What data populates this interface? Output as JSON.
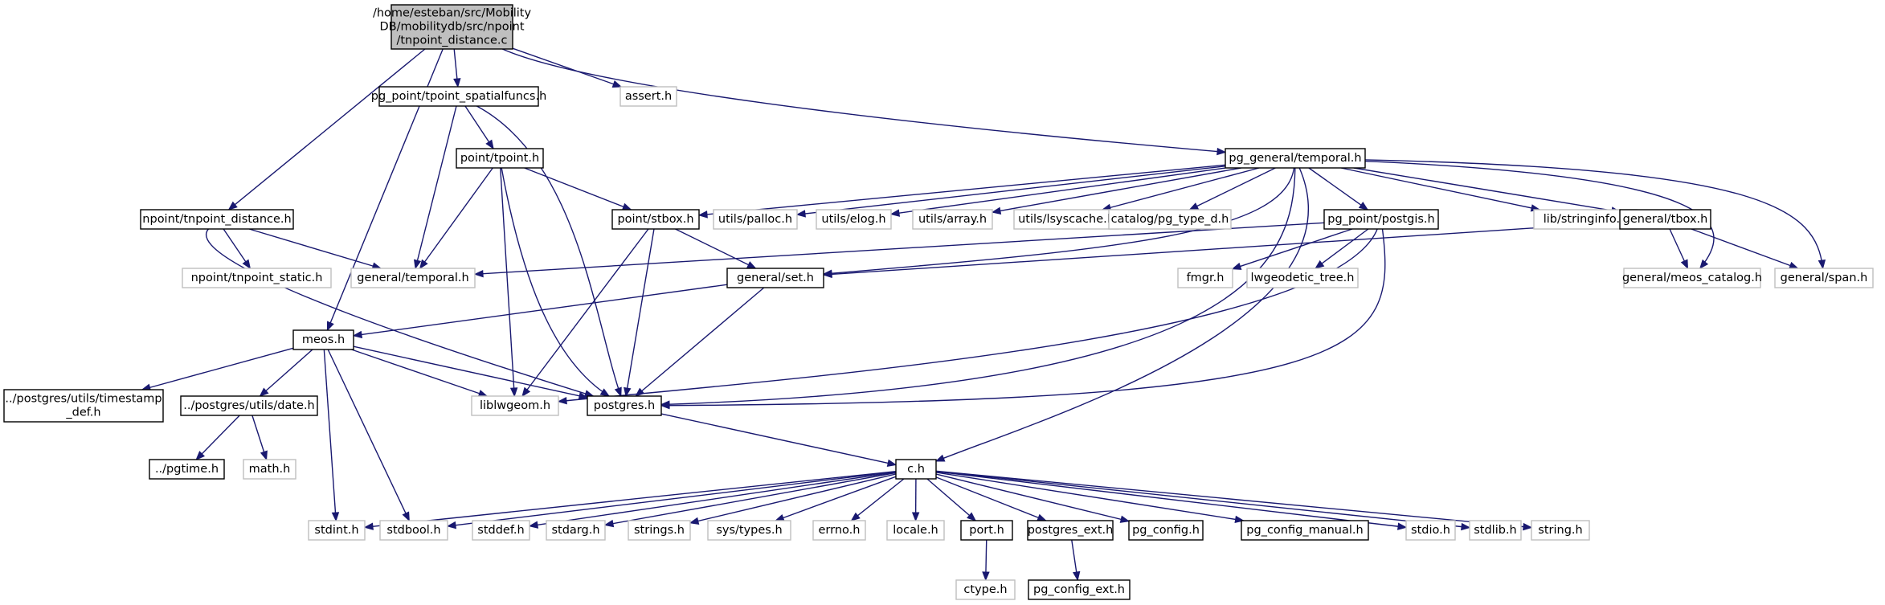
{
  "graph": {
    "colors": {
      "edge": "#191970",
      "linked_border": "#000000",
      "external_border": "#bfbfbf",
      "root_fill": "#bfbfbf"
    },
    "nodes": [
      {
        "id": "root",
        "kind": "root",
        "lines": [
          "/home/esteban/src/Mobility",
          "DB/mobilitydb/src/npoint",
          "/tnpoint_distance.c"
        ]
      },
      {
        "id": "tpoint_spatialfuncs",
        "kind": "linked",
        "lines": [
          "pg_point/tpoint_spatialfuncs.h"
        ]
      },
      {
        "id": "assert",
        "kind": "external",
        "lines": [
          "assert.h"
        ]
      },
      {
        "id": "pg_temporal",
        "kind": "linked",
        "lines": [
          "pg_general/temporal.h"
        ]
      },
      {
        "id": "tnpoint_distance_h",
        "kind": "linked",
        "lines": [
          "npoint/tnpoint_distance.h"
        ]
      },
      {
        "id": "tnpoint_static",
        "kind": "external",
        "lines": [
          "npoint/tnpoint_static.h"
        ]
      },
      {
        "id": "point_tpoint",
        "kind": "linked",
        "lines": [
          "point/tpoint.h"
        ]
      },
      {
        "id": "general_temporal",
        "kind": "external",
        "lines": [
          "general/temporal.h"
        ]
      },
      {
        "id": "stbox",
        "kind": "linked",
        "lines": [
          "point/stbox.h"
        ]
      },
      {
        "id": "palloc",
        "kind": "external",
        "lines": [
          "utils/palloc.h"
        ]
      },
      {
        "id": "elog",
        "kind": "external",
        "lines": [
          "utils/elog.h"
        ]
      },
      {
        "id": "array",
        "kind": "external",
        "lines": [
          "utils/array.h"
        ]
      },
      {
        "id": "lsyscache",
        "kind": "external",
        "lines": [
          "utils/lsyscache.h"
        ]
      },
      {
        "id": "pg_type_d",
        "kind": "external",
        "lines": [
          "catalog/pg_type_d.h"
        ]
      },
      {
        "id": "pg_postgis",
        "kind": "linked",
        "lines": [
          "pg_point/postgis.h"
        ]
      },
      {
        "id": "stringinfo",
        "kind": "external",
        "lines": [
          "lib/stringinfo.h"
        ]
      },
      {
        "id": "tbox",
        "kind": "linked",
        "lines": [
          "general/tbox.h"
        ]
      },
      {
        "id": "meos_catalog",
        "kind": "external",
        "lines": [
          "general/meos_catalog.h"
        ]
      },
      {
        "id": "span",
        "kind": "external",
        "lines": [
          "general/span.h"
        ]
      },
      {
        "id": "set",
        "kind": "linked",
        "lines": [
          "general/set.h"
        ]
      },
      {
        "id": "fmgr",
        "kind": "external",
        "lines": [
          "fmgr.h"
        ]
      },
      {
        "id": "lwgeodetic_tree",
        "kind": "external",
        "lines": [
          "lwgeodetic_tree.h"
        ]
      },
      {
        "id": "meos",
        "kind": "linked",
        "lines": [
          "meos.h"
        ]
      },
      {
        "id": "timestamp_def",
        "kind": "linked",
        "lines": [
          "../postgres/utils/timestamp",
          "_def.h"
        ]
      },
      {
        "id": "date",
        "kind": "linked",
        "lines": [
          "../postgres/utils/date.h"
        ]
      },
      {
        "id": "liblwgeom",
        "kind": "external",
        "lines": [
          "liblwgeom.h"
        ]
      },
      {
        "id": "postgres",
        "kind": "linked",
        "lines": [
          "postgres.h"
        ]
      },
      {
        "id": "pgtime",
        "kind": "linked",
        "lines": [
          "../pgtime.h"
        ]
      },
      {
        "id": "math",
        "kind": "external",
        "lines": [
          "math.h"
        ]
      },
      {
        "id": "c",
        "kind": "linked",
        "lines": [
          "c.h"
        ]
      },
      {
        "id": "stdint",
        "kind": "external",
        "lines": [
          "stdint.h"
        ]
      },
      {
        "id": "stdbool",
        "kind": "external",
        "lines": [
          "stdbool.h"
        ]
      },
      {
        "id": "stddef",
        "kind": "external",
        "lines": [
          "stddef.h"
        ]
      },
      {
        "id": "stdarg",
        "kind": "external",
        "lines": [
          "stdarg.h"
        ]
      },
      {
        "id": "strings",
        "kind": "external",
        "lines": [
          "strings.h"
        ]
      },
      {
        "id": "sys_types",
        "kind": "external",
        "lines": [
          "sys/types.h"
        ]
      },
      {
        "id": "errno",
        "kind": "external",
        "lines": [
          "errno.h"
        ]
      },
      {
        "id": "locale",
        "kind": "external",
        "lines": [
          "locale.h"
        ]
      },
      {
        "id": "port",
        "kind": "linked",
        "lines": [
          "port.h"
        ]
      },
      {
        "id": "postgres_ext",
        "kind": "linked",
        "lines": [
          "postgres_ext.h"
        ]
      },
      {
        "id": "pg_config",
        "kind": "linked",
        "lines": [
          "pg_config.h"
        ]
      },
      {
        "id": "pg_config_manual",
        "kind": "linked",
        "lines": [
          "pg_config_manual.h"
        ]
      },
      {
        "id": "stdio",
        "kind": "external",
        "lines": [
          "stdio.h"
        ]
      },
      {
        "id": "stdlib",
        "kind": "external",
        "lines": [
          "stdlib.h"
        ]
      },
      {
        "id": "string",
        "kind": "external",
        "lines": [
          "string.h"
        ]
      },
      {
        "id": "ctype",
        "kind": "external",
        "lines": [
          "ctype.h"
        ]
      },
      {
        "id": "pg_config_ext",
        "kind": "linked",
        "lines": [
          "pg_config_ext.h"
        ]
      }
    ],
    "edges": [
      [
        "root",
        "tpoint_spatialfuncs"
      ],
      [
        "root",
        "assert"
      ],
      [
        "root",
        "pg_temporal"
      ],
      [
        "root",
        "tnpoint_distance_h"
      ],
      [
        "root",
        "meos"
      ],
      [
        "tpoint_spatialfuncs",
        "point_tpoint"
      ],
      [
        "tpoint_spatialfuncs",
        "general_temporal"
      ],
      [
        "tpoint_spatialfuncs",
        "postgres"
      ],
      [
        "point_tpoint",
        "general_temporal"
      ],
      [
        "point_tpoint",
        "stbox"
      ],
      [
        "point_tpoint",
        "liblwgeom"
      ],
      [
        "point_tpoint",
        "postgres"
      ],
      [
        "tnpoint_distance_h",
        "tnpoint_static"
      ],
      [
        "tnpoint_distance_h",
        "general_temporal"
      ],
      [
        "tnpoint_distance_h",
        "postgres"
      ],
      [
        "pg_temporal",
        "stbox"
      ],
      [
        "pg_temporal",
        "palloc"
      ],
      [
        "pg_temporal",
        "elog"
      ],
      [
        "pg_temporal",
        "array"
      ],
      [
        "pg_temporal",
        "lsyscache"
      ],
      [
        "pg_temporal",
        "pg_type_d"
      ],
      [
        "pg_temporal",
        "pg_postgis"
      ],
      [
        "pg_temporal",
        "stringinfo"
      ],
      [
        "pg_temporal",
        "tbox"
      ],
      [
        "pg_temporal",
        "meos_catalog"
      ],
      [
        "pg_temporal",
        "span"
      ],
      [
        "pg_temporal",
        "set"
      ],
      [
        "pg_temporal",
        "postgres"
      ],
      [
        "pg_temporal",
        "c"
      ],
      [
        "stbox",
        "set"
      ],
      [
        "stbox",
        "liblwgeom"
      ],
      [
        "stbox",
        "postgres"
      ],
      [
        "pg_postgis",
        "general_temporal"
      ],
      [
        "pg_postgis",
        "fmgr"
      ],
      [
        "pg_postgis",
        "lwgeodetic_tree"
      ],
      [
        "pg_postgis",
        "liblwgeom"
      ],
      [
        "pg_postgis",
        "postgres"
      ],
      [
        "tbox",
        "set"
      ],
      [
        "tbox",
        "meos_catalog"
      ],
      [
        "tbox",
        "span"
      ],
      [
        "set",
        "meos"
      ],
      [
        "set",
        "postgres"
      ],
      [
        "meos",
        "timestamp_def"
      ],
      [
        "meos",
        "date"
      ],
      [
        "meos",
        "liblwgeom"
      ],
      [
        "meos",
        "postgres"
      ],
      [
        "meos",
        "stdint"
      ],
      [
        "meos",
        "stdbool"
      ],
      [
        "date",
        "pgtime"
      ],
      [
        "date",
        "math"
      ],
      [
        "postgres",
        "c"
      ],
      [
        "c",
        "stdint"
      ],
      [
        "c",
        "stdbool"
      ],
      [
        "c",
        "stddef"
      ],
      [
        "c",
        "stdarg"
      ],
      [
        "c",
        "strings"
      ],
      [
        "c",
        "sys_types"
      ],
      [
        "c",
        "errno"
      ],
      [
        "c",
        "locale"
      ],
      [
        "c",
        "port"
      ],
      [
        "c",
        "postgres_ext"
      ],
      [
        "c",
        "pg_config"
      ],
      [
        "c",
        "pg_config_manual"
      ],
      [
        "c",
        "stdio"
      ],
      [
        "c",
        "stdlib"
      ],
      [
        "c",
        "string"
      ],
      [
        "port",
        "ctype"
      ],
      [
        "postgres_ext",
        "pg_config_ext"
      ]
    ]
  }
}
